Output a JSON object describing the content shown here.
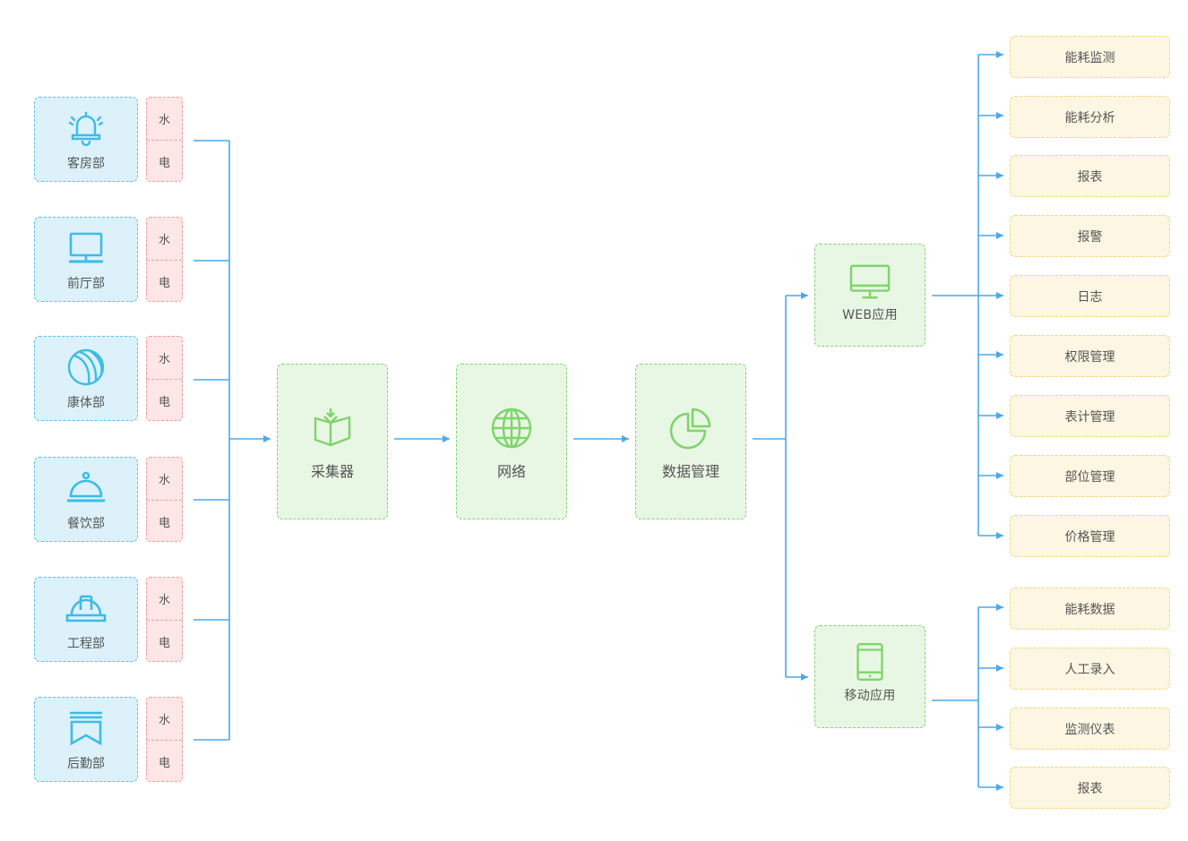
{
  "departments": [
    {
      "name": "客房部",
      "icon": "bell-icon",
      "utilities": [
        "水",
        "电"
      ]
    },
    {
      "name": "前厅部",
      "icon": "monitor-icon",
      "utilities": [
        "水",
        "电"
      ]
    },
    {
      "name": "康体部",
      "icon": "ball-icon",
      "utilities": [
        "水",
        "电"
      ]
    },
    {
      "name": "餐饮部",
      "icon": "food-cover-icon",
      "utilities": [
        "水",
        "电"
      ]
    },
    {
      "name": "工程部",
      "icon": "hard-hat-icon",
      "utilities": [
        "水",
        "电"
      ]
    },
    {
      "name": "后勤部",
      "icon": "bookmark-icon",
      "utilities": [
        "水",
        "电"
      ]
    }
  ],
  "pipeline": [
    {
      "name": "采集器",
      "icon": "collector-box-icon"
    },
    {
      "name": "网络",
      "icon": "globe-icon"
    },
    {
      "name": "数据管理",
      "icon": "pie-chart-icon"
    }
  ],
  "apps": [
    {
      "name": "WEB应用",
      "icon": "desktop-icon",
      "functions": [
        "能耗监测",
        "能耗分析",
        "报表",
        "报警",
        "日志",
        "权限管理",
        "表计管理",
        "部位管理",
        "价格管理"
      ]
    },
    {
      "name": "移动应用",
      "icon": "tablet-icon",
      "functions": [
        "能耗数据",
        "人工录入",
        "监测仪表",
        "报表"
      ]
    }
  ],
  "colors": {
    "line": "#4aa9ee",
    "dept_icon": "#3dbce5",
    "node_icon": "#7fd46d"
  }
}
